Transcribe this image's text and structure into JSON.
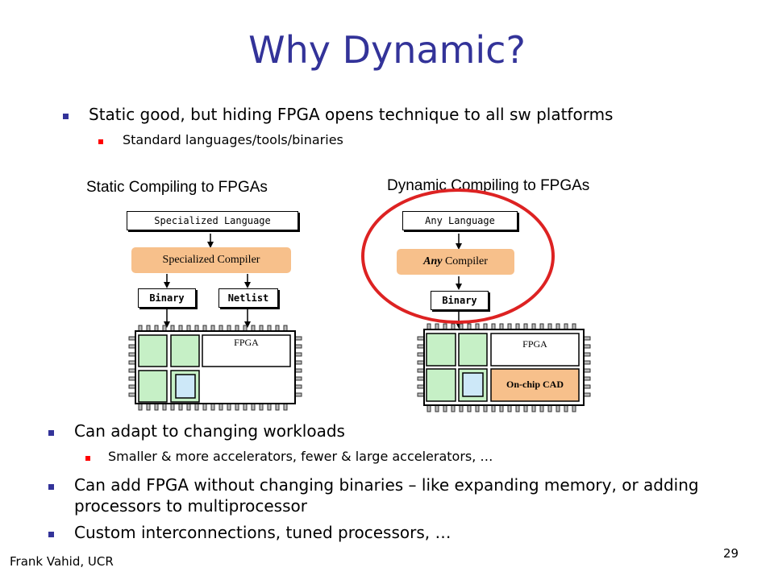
{
  "slide": {
    "title": "Why Dynamic?",
    "bullets_top": {
      "b1": "Static good, but hiding FPGA opens technique to all sw platforms",
      "b1_sub": "Standard languages/tools/binaries"
    },
    "static_diagram": {
      "heading": "Static Compiling to FPGAs",
      "language": "Specialized Language",
      "compiler": "Specialized Compiler",
      "binary": "Binary",
      "netlist": "Netlist",
      "fpga": "FPGA"
    },
    "dynamic_diagram": {
      "heading": "Dynamic Compiling to FPGAs",
      "language": "Any Language",
      "compiler_em": "Any",
      "compiler_rest": " Compiler",
      "binary": "Binary",
      "fpga": "FPGA",
      "cad": "On-chip CAD"
    },
    "bullets_bottom": {
      "b2": "Can adapt to changing workloads",
      "b2_sub": "Smaller & more accelerators, fewer & large accelerators, …",
      "b3_line1": "Can add FPGA without changing binaries – like expanding memory, or adding",
      "b3_line2": "processors to multiprocessor",
      "b4": "Custom interconnections, tuned processors, …"
    },
    "footer": {
      "author": "Frank Vahid, UCR",
      "page": "29"
    },
    "colors": {
      "title": "#333399",
      "compiler_fill": "#f7c08b",
      "block_fill": "#c6f0c6",
      "highlight_circle": "#dd2222",
      "sub_bullet": "#ff0000"
    }
  }
}
